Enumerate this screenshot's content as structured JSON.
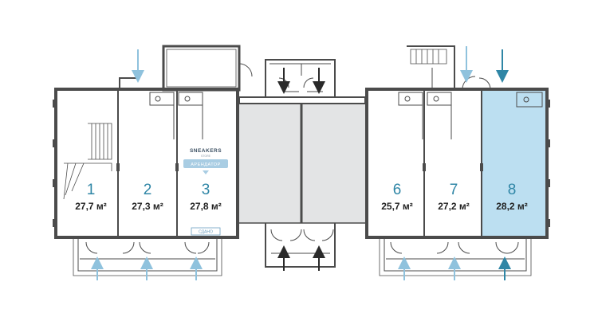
{
  "units": [
    {
      "number": "1",
      "area": "27,7 м²"
    },
    {
      "number": "2",
      "area": "27,3 м²"
    },
    {
      "number": "3",
      "area": "27,8 м²"
    },
    {
      "number": "6",
      "area": "25,7 м²"
    },
    {
      "number": "7",
      "area": "27,2 м²"
    },
    {
      "number": "8",
      "area": "28,2 м²"
    }
  ],
  "tenant": {
    "logo": "SNEAKERS",
    "logo_sub": "STORE",
    "status_badge": "АРЕНДАТОР",
    "rented_tag": "СДАНО"
  },
  "colors": {
    "wall": "#4b4b4b",
    "highlight": "#bcdff1",
    "accent": "#2f86a6",
    "arrow_light": "#8fc2dd",
    "arrow_dark": "#2a2a2a"
  }
}
